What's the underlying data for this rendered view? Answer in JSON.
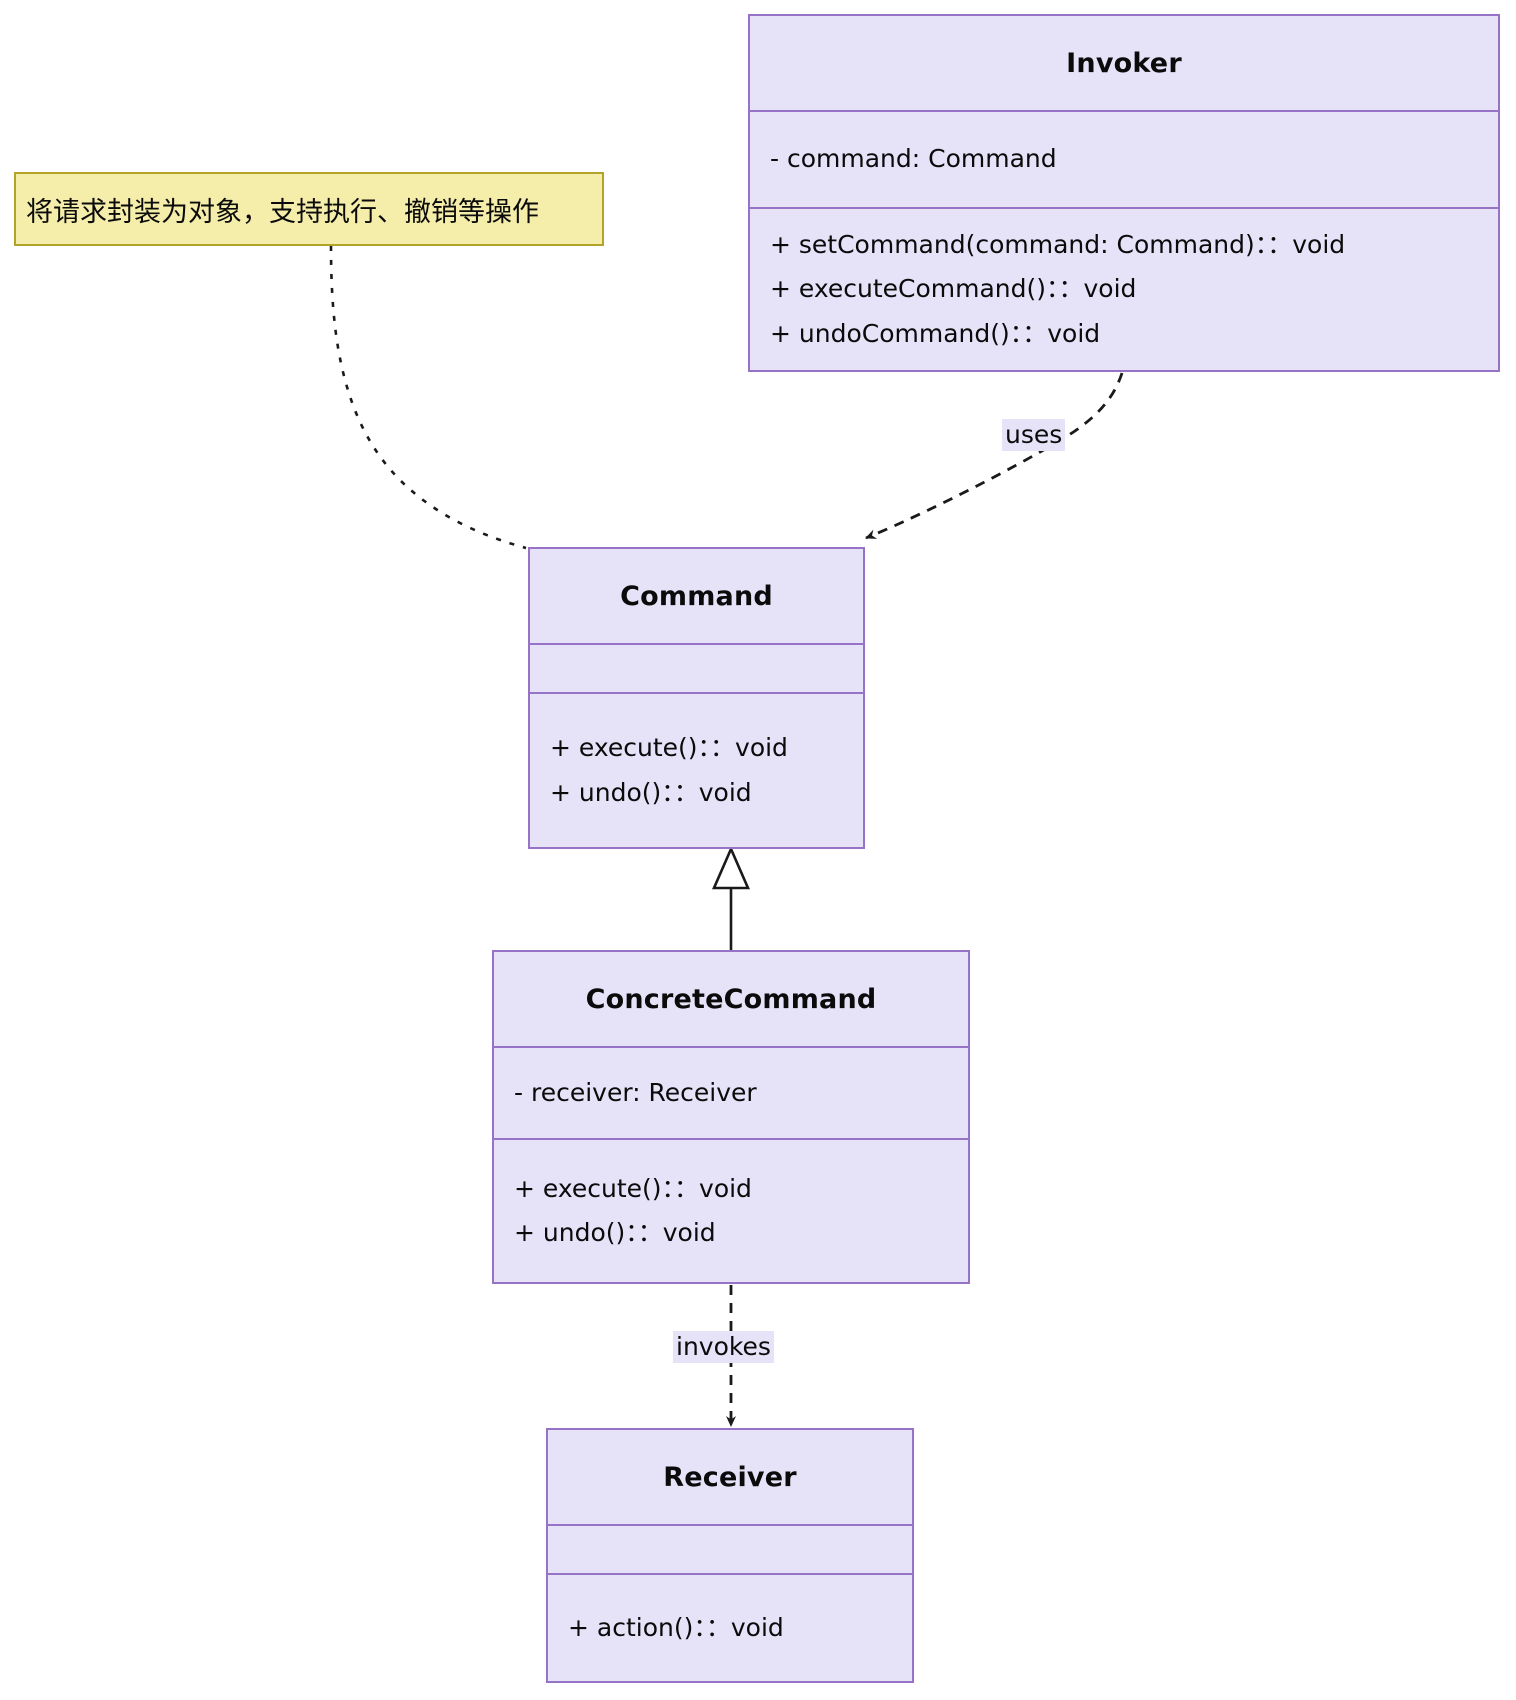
{
  "diagram": {
    "title": "Command Pattern UML Class Diagram",
    "colors": {
      "class_fill": "#e6e3f8",
      "class_border": "#9673c6",
      "note_fill": "#f5eeaa",
      "note_border": "#b3a429",
      "text": "#0b0b0b",
      "edge": "#1a1a1a"
    },
    "note": {
      "text": "将请求封装为对象，支持执行、撤销等操作"
    },
    "classes": {
      "invoker": {
        "name": "Invoker",
        "attributes": [
          "- command: Command"
        ],
        "methods": [
          "+ setCommand(command: Command)：：void",
          "+ executeCommand()：：void",
          "+ undoCommand()：：void"
        ]
      },
      "command": {
        "name": "Command",
        "attributes": [],
        "methods": [
          "+ execute()：：void",
          "+ undo()：：void"
        ]
      },
      "concrete_command": {
        "name": "ConcreteCommand",
        "attributes": [
          "- receiver: Receiver"
        ],
        "methods": [
          "+ execute()：：void",
          "+ undo()：：void"
        ]
      },
      "receiver": {
        "name": "Receiver",
        "attributes": [],
        "methods": [
          "+ action()：：void"
        ]
      }
    },
    "relations": {
      "uses": {
        "label": "uses",
        "from": "Invoker",
        "to": "Command",
        "style": "dashed-arrow"
      },
      "inherits": {
        "label": "",
        "from": "ConcreteCommand",
        "to": "Command",
        "style": "solid-hollow-triangle"
      },
      "invokes": {
        "label": "invokes",
        "from": "ConcreteCommand",
        "to": "Receiver",
        "style": "dashed-arrow"
      },
      "note_link": {
        "label": "",
        "from": "note",
        "to": "Command",
        "style": "dotted-curve"
      }
    }
  }
}
